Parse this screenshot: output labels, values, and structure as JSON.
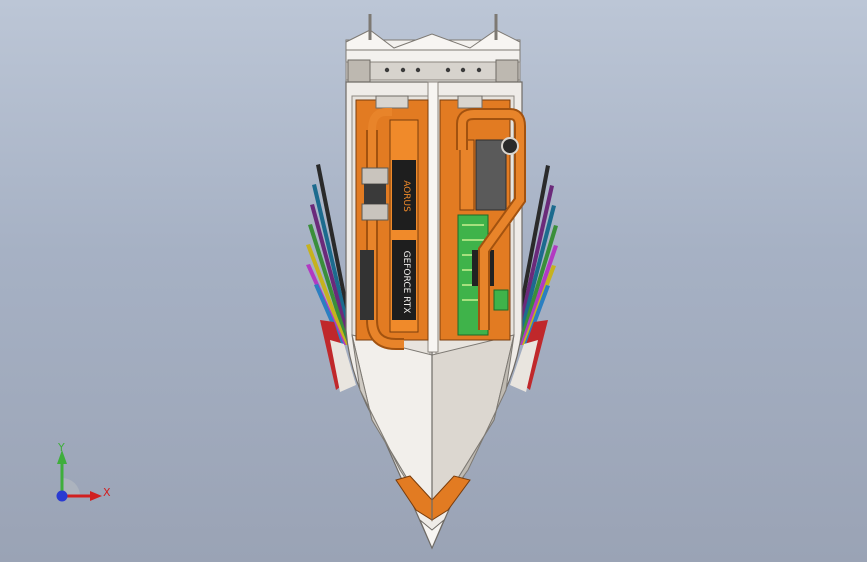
{
  "viewport": {
    "background_top": "#bcc6d6",
    "background_bottom": "#9aa3b5"
  },
  "model": {
    "board_brand": "AORUS",
    "board_label": "GEFORCE RTX",
    "colors": {
      "body": "#f3f1ee",
      "body_shade": "#cfcac3",
      "copper": "#e27b22",
      "copper_dark": "#a2520f",
      "pcb_green": "#3fb34a",
      "fin_red": "#c0282b"
    }
  },
  "triad": {
    "x_label": "X",
    "y_label": "Y",
    "x_color": "#d12020",
    "y_color": "#3fae3c",
    "z_color": "#2a3ad2"
  }
}
